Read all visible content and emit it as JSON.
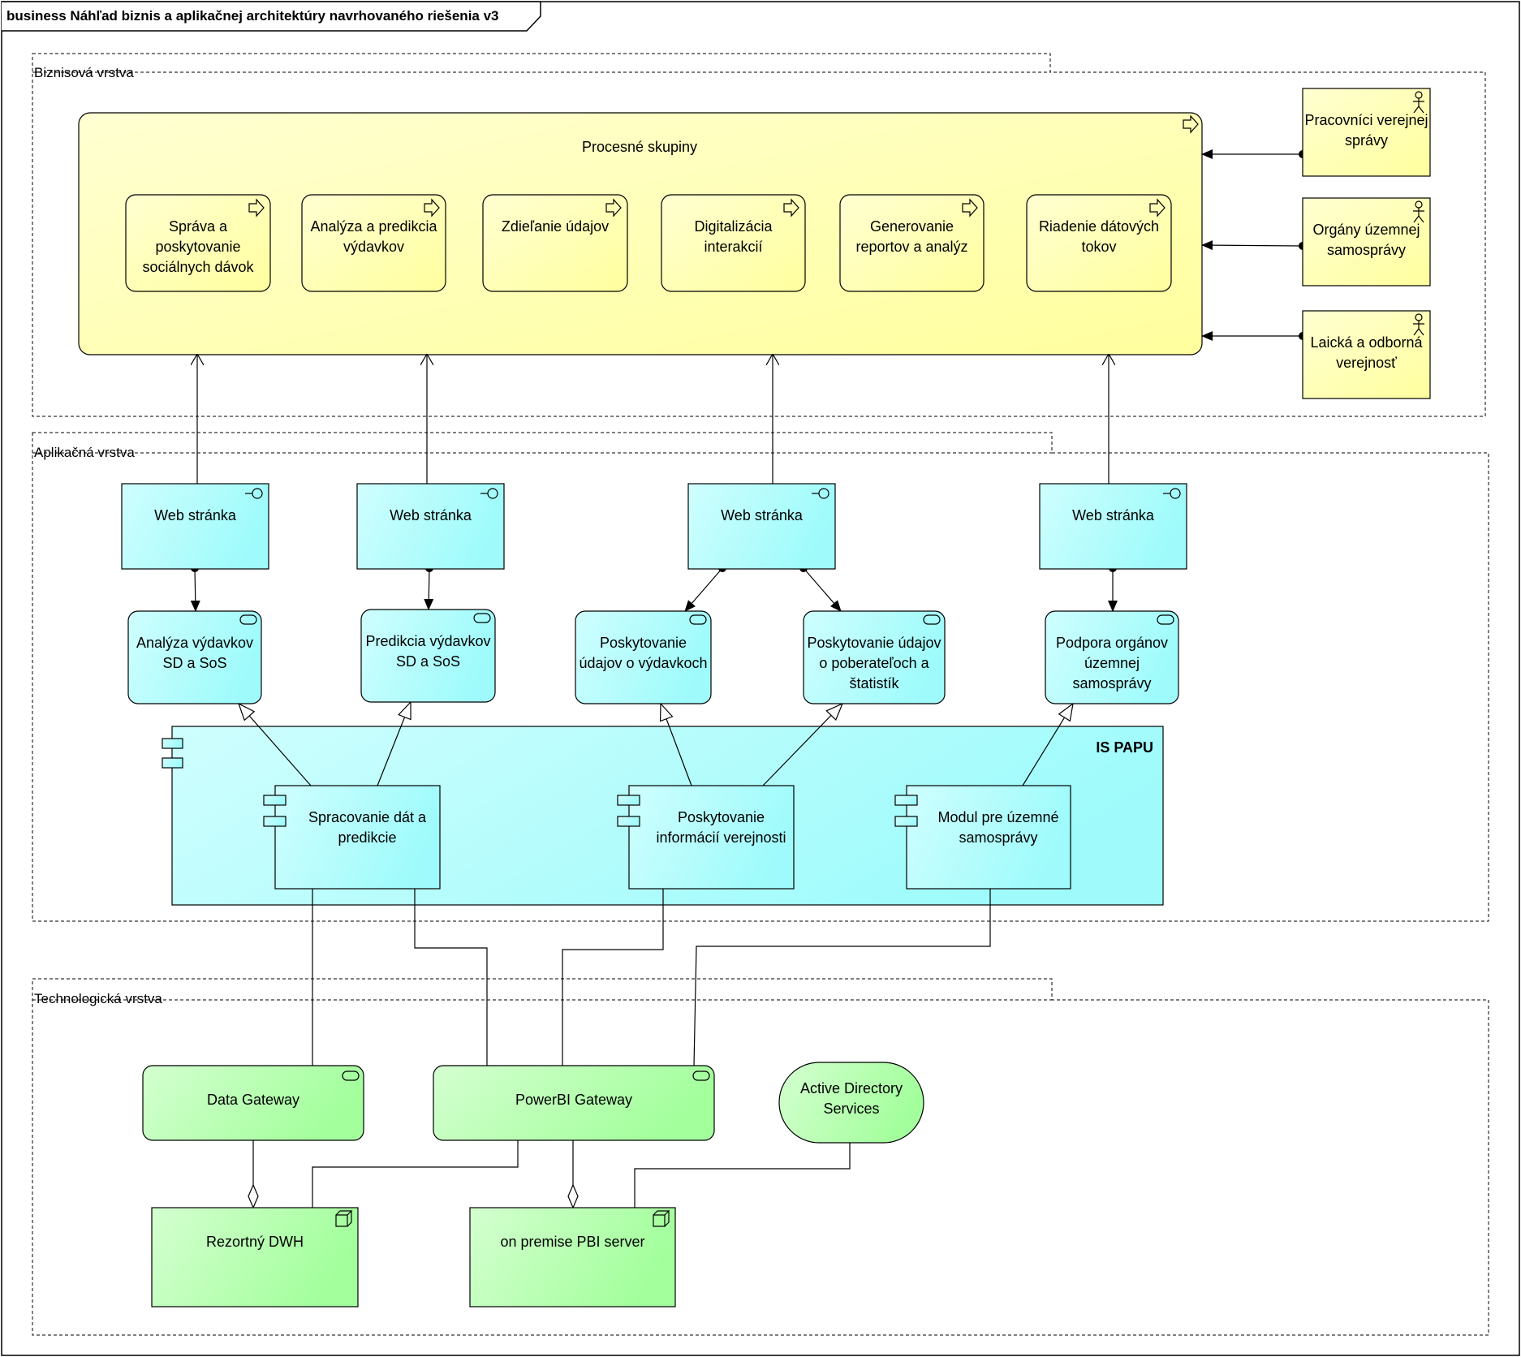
{
  "diagram": {
    "title": "business Náhľad biznis a aplikačnej architektúry navrhovaného riešenia v3",
    "layers": {
      "business": "Biznisová vrstva",
      "application": "Aplikačná vrstva",
      "technology": "Technologická vrstva"
    },
    "process_group": "Procesné skupiny",
    "processes": [
      [
        "Správa a",
        "poskytovanie",
        "sociálnych dávok"
      ],
      [
        "Analýza a predikcia",
        "výdavkov"
      ],
      [
        "Zdieľanie údajov"
      ],
      [
        "Digitalizácia",
        "interakcií"
      ],
      [
        "Generovanie",
        "reportov a analýz"
      ],
      [
        "Riadenie dátových",
        "tokov"
      ]
    ],
    "actors": [
      [
        "Pracovníci verejnej",
        "správy"
      ],
      [
        "Orgány územnej",
        "samosprávy"
      ],
      [
        "Laická a odborná",
        "verejnosť"
      ]
    ],
    "interfaces": [
      [
        "Web stránka"
      ],
      [
        "Web stránka"
      ],
      [
        "Web stránka"
      ],
      [
        "Web stránka"
      ]
    ],
    "app_services": [
      [
        "Analýza výdavkov",
        "SD a SoS"
      ],
      [
        "Predikcia výdavkov",
        "SD a SoS"
      ],
      [
        "Poskytovanie",
        "údajov o výdavkoch"
      ],
      [
        "Poskytovanie údajov",
        "o poberateľoch a",
        "štatistík"
      ],
      [
        "Podpora orgánov",
        "územnej",
        "samosprávy"
      ]
    ],
    "system": "IS PAPU",
    "components": [
      [
        "Spracovanie dát a",
        "predikcie"
      ],
      [
        "Poskytovanie",
        "informácií verejnosti"
      ],
      [
        "Modul pre územné",
        "samosprávy"
      ]
    ],
    "tech_services": [
      [
        "Data Gateway"
      ],
      [
        "PowerBI Gateway"
      ]
    ],
    "directory_service": [
      "Active Directory",
      "Services"
    ],
    "nodes": [
      [
        "Rezortný DWH"
      ],
      [
        "on premise PBI server"
      ]
    ],
    "colors": {
      "business_fill": "#ffff9e",
      "business_light": "#ffffd2",
      "application_fill": "#9ffbfb",
      "application_light": "#cffefe",
      "technology_fill": "#a3ff9c",
      "technology_light": "#d4ffd0",
      "line": "#000000"
    }
  }
}
